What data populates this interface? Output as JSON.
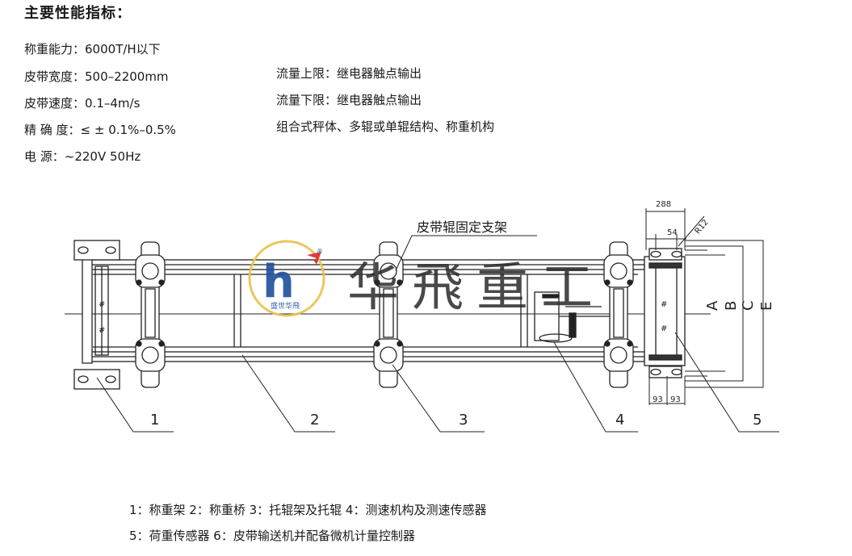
{
  "heading": "主要性能指标：",
  "specs_left": [
    {
      "key": "称重能力：",
      "value": "6000T/H以下"
    },
    {
      "key": "皮带宽度：",
      "value": "500–2200mm"
    },
    {
      "key": "皮带速度：",
      "value": "0.1–4m/s"
    },
    {
      "key": "精 确 度：",
      "value": "≤ ± 0.1%–0.5%"
    },
    {
      "key": "电      源：",
      "value": "~220V 50Hz"
    }
  ],
  "specs_right": [
    "流量上限：继电器触点输出",
    "流量下限：继电器触点输出",
    "组合式秤体、多辊或单辊结构、称重机构"
  ],
  "drawing": {
    "callout_label": "皮带辊固定支架",
    "watermark_text": "华飛重工",
    "logo_letter": "h",
    "logo_subtext": "盛世华飛",
    "logo_mark": "®",
    "dims": {
      "d288": "288",
      "d54": "54",
      "r12": "R12",
      "d93a": "93",
      "d93b": "93"
    },
    "side_letters": [
      "A",
      "B",
      "C",
      "E"
    ],
    "part_numbers": [
      "1",
      "2",
      "3",
      "4",
      "5"
    ]
  },
  "legend": [
    "1：称重架  2：称重桥  3：托辊架及托辊  4：测速机构及测速传感器",
    "5：荷重传感器  6：皮带输送机并配备微机计量控制器"
  ],
  "colors": {
    "line": "#222222",
    "logo_blue": "#1d4f9c",
    "logo_red": "#d9262b",
    "logo_gold": "#e8c24a"
  }
}
